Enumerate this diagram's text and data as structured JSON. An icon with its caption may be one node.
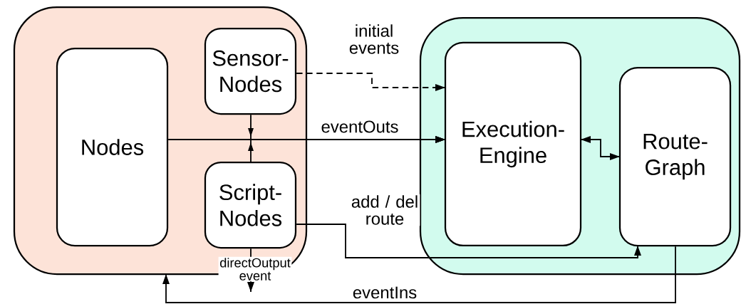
{
  "diagram": {
    "nodes": [
      {
        "text": [],
        "shape": "box"
      },
      {
        "text": [
          "Nodes"
        ],
        "in": 0
      },
      {
        "text": [
          "Sensor- Nodes"
        ],
        "in": 0
      },
      {
        "text": [
          "Script- Nodes"
        ],
        "in": 0
      },
      {
        "text": [],
        "shape": "box"
      },
      {
        "text": [
          "Execution- Engine"
        ],
        "in": 4
      },
      {
        "text": [
          "Route- Graph"
        ],
        "in": 4
      }
    ],
    "edges": [
      {
        "from": 2,
        "to": 5,
        "arrow": "to",
        "style": "dashed",
        "label": "initial events"
      },
      {
        "from": 1,
        "to": 5,
        "arrow": "to",
        "label": "eventOuts"
      },
      {
        "from": 2,
        "to": 5,
        "arrow": "to"
      },
      {
        "from": 3,
        "to": 5,
        "arrow": "to"
      },
      {
        "from": 5,
        "to": 6,
        "arrow": "both"
      },
      {
        "from": 3,
        "to": 6,
        "arrow": "to",
        "label": "add / del route"
      },
      {
        "from": 3,
        "to": null,
        "arrow": "to",
        "label": "directOutput event"
      },
      {
        "from": 6,
        "to": 0,
        "arrow": "to",
        "label": "eventIns"
      }
    ]
  }
}
